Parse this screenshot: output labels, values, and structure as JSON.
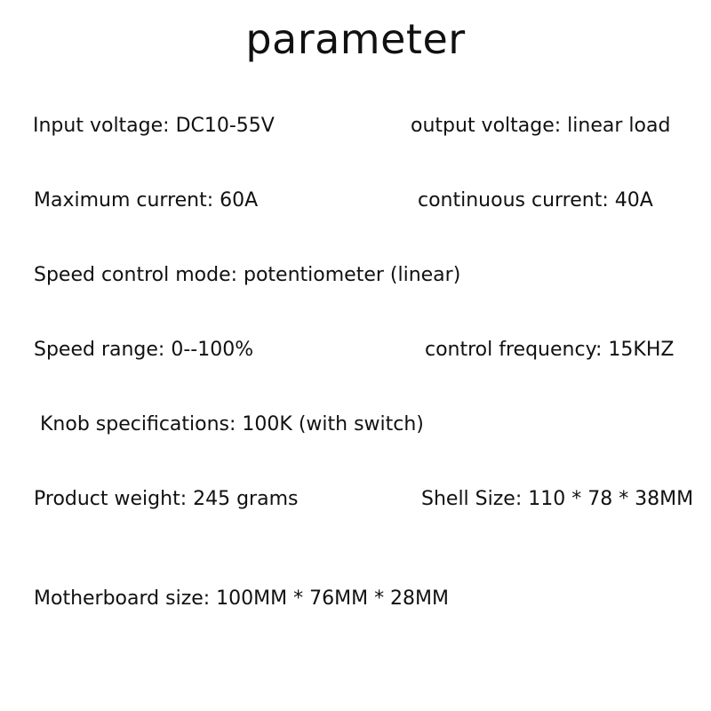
{
  "title": "parameter",
  "parameters": {
    "input_voltage": "Input voltage: DC10-55V",
    "output_voltage": "output voltage: linear load",
    "maximum_current": "Maximum current: 60A",
    "continuous_current": "continuous current: 40A",
    "speed_control_mode": "Speed control mode: potentiometer (linear)",
    "speed_range": "Speed range: 0--100%",
    "control_frequency": "control frequency: 15KHZ",
    "knob_specifications": "Knob specifications: 100K (with switch)",
    "product_weight": "Product weight: 245 grams",
    "shell_size": "Shell Size: 110 * 78 * 38MM",
    "motherboard_size": "Motherboard size: 100MM * 76MM * 28MM"
  }
}
